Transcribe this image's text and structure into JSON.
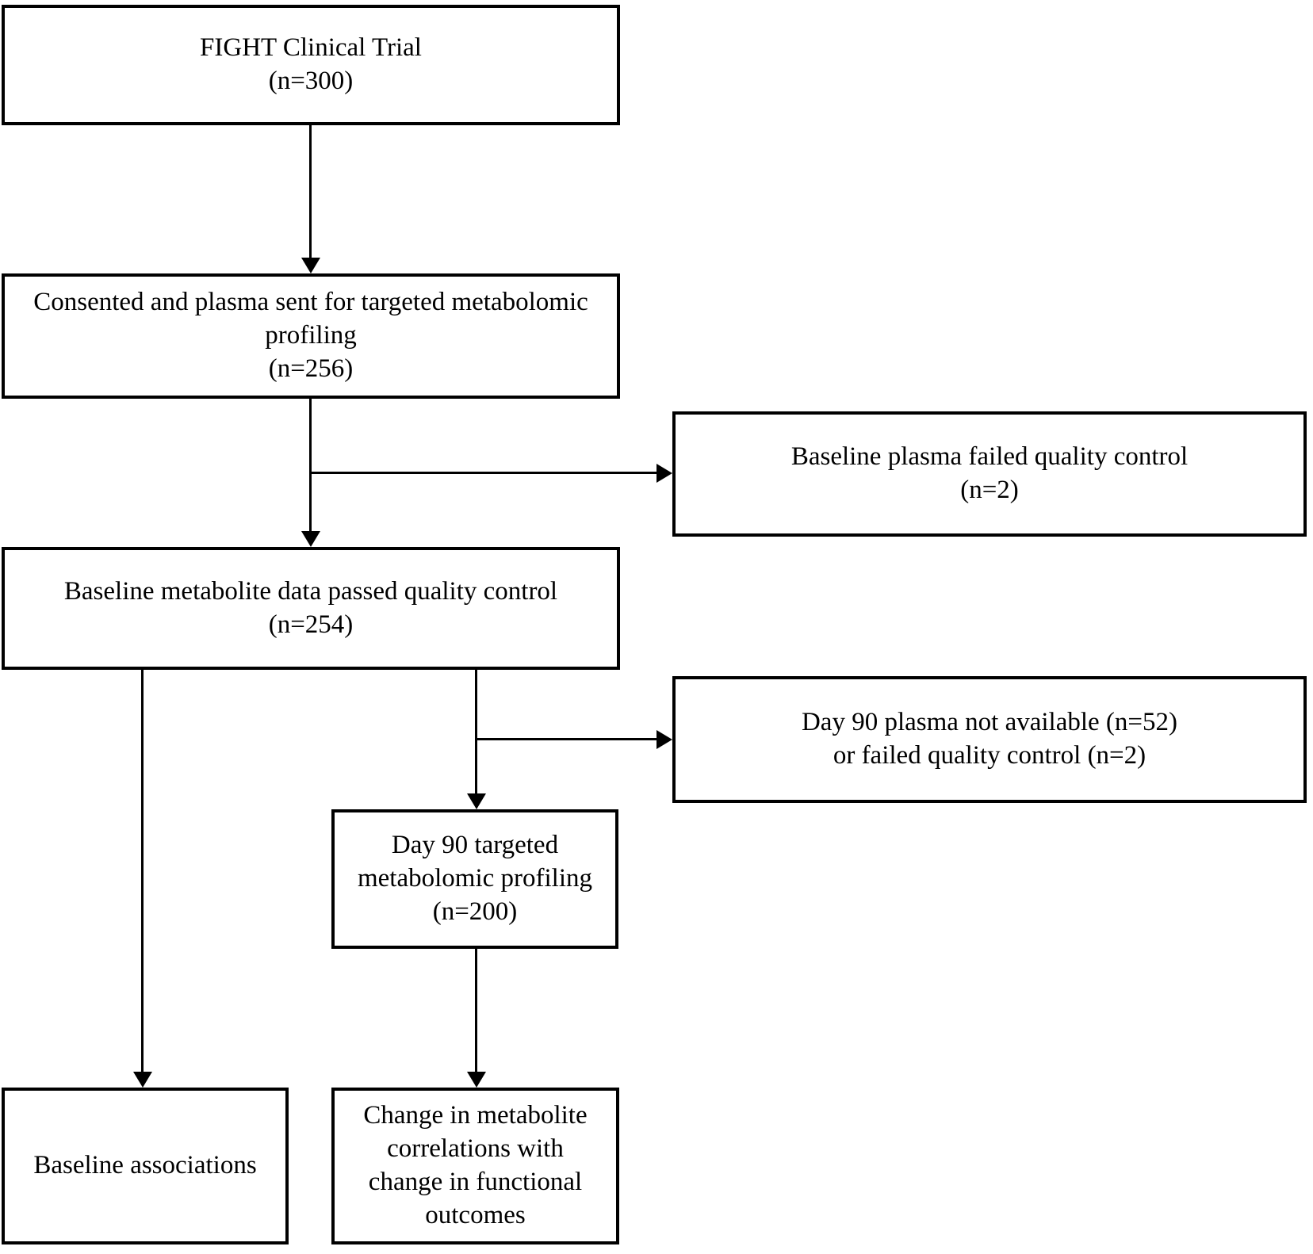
{
  "title": "FIGHT clinical trial metabolomics flow diagram",
  "colors": {
    "border": "#000000",
    "background": "#ffffff",
    "text": "#000000"
  },
  "boxes": {
    "fight": {
      "line1": "FIGHT Clinical Trial",
      "line2": "(n=300)"
    },
    "consented": {
      "line1": "Consented and plasma sent for targeted metabolomic",
      "line2": "profiling",
      "line3": "(n=256)"
    },
    "baseline_failed": {
      "line1": "Baseline plasma failed quality control",
      "line2": "(n=2)"
    },
    "baseline_passed": {
      "line1": "Baseline metabolite data passed quality control",
      "line2": "(n=254)"
    },
    "day90_excluded": {
      "line1": "Day 90 plasma not available (n=52)",
      "line2": "or failed quality control (n=2)"
    },
    "day90": {
      "line1": "Day 90 targeted",
      "line2": "metabolomic profiling",
      "line3": "(n=200)"
    },
    "baseline_associations": {
      "line1": "Baseline associations"
    },
    "change_outcomes": {
      "line1": "Change in metabolite",
      "line2": "correlations with",
      "line3": "change in functional",
      "line4": "outcomes"
    }
  }
}
